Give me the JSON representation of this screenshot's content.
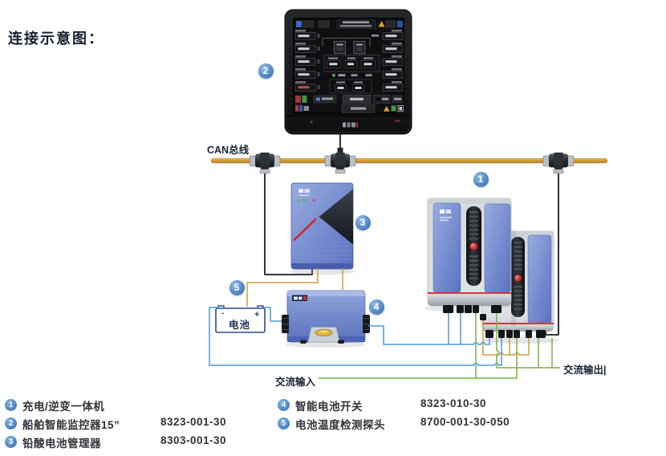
{
  "title": "连接示意图：",
  "diagram": {
    "can_bus_label": "CAN总线",
    "battery_label": "电池",
    "battery_minus": "-",
    "battery_plus": "+",
    "ac_input_label": "交流输入",
    "ac_output_label": "交流输出|"
  },
  "callouts": {
    "inverter": "1",
    "monitor": "2",
    "manager": "3",
    "switch": "4",
    "probe": "5"
  },
  "legend": {
    "items": [
      {
        "num": "1",
        "label": "充电/逆变一体机",
        "part": ""
      },
      {
        "num": "2",
        "label": "船舶智能监控器15”",
        "part": "8323-001-30"
      },
      {
        "num": "3",
        "label": "铅酸电池管理器",
        "part": "8303-001-30"
      },
      {
        "num": "4",
        "label": "智能电池开关",
        "part": "8323-010-30"
      },
      {
        "num": "5",
        "label": "电池温度检测探头",
        "part": "8700-001-30-050"
      }
    ]
  },
  "colors": {
    "callout_blue": "#4a80c2",
    "can_bus": "#d49a35",
    "wire_dc_blue": "#4a99d6",
    "wire_ac_green": "#74b441",
    "wire_signal_tan": "#cf9d3a",
    "device_blue": "#6f86ce",
    "accent_red": "#d43b3b"
  }
}
